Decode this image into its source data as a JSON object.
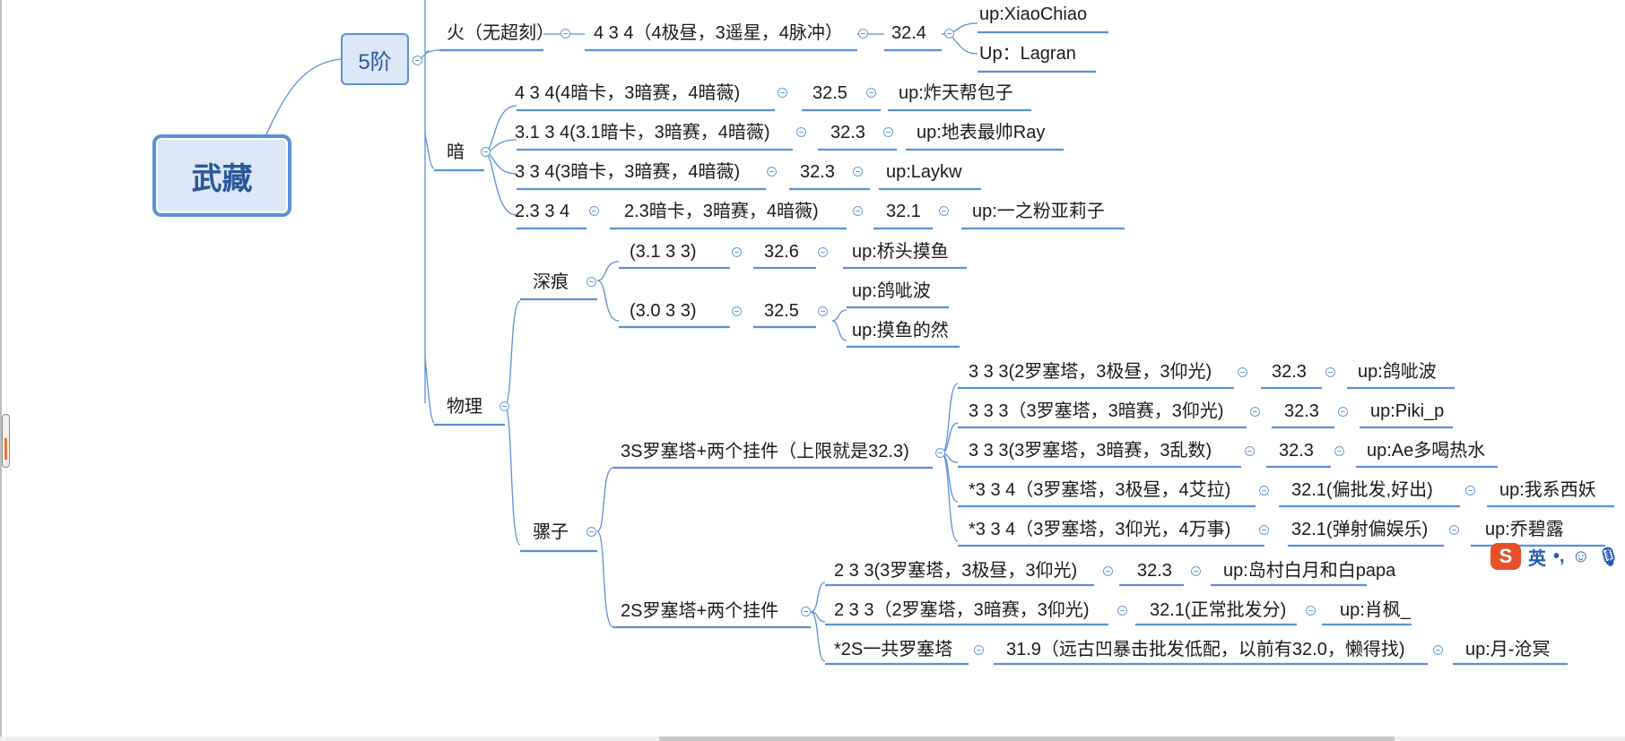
{
  "root": {
    "label": "武藏"
  },
  "tier": {
    "label": "5阶"
  },
  "branches": {
    "fire": {
      "label": "火（无超刻）",
      "combo": "4 3 4（4极昼，3遥星，4脉冲）",
      "score": "32.4",
      "uploaders": [
        "up:XiaoChiao",
        "Up：Lagran"
      ]
    },
    "dark": {
      "label": "暗",
      "rows": [
        {
          "combo": "4 3 4(4暗卡，3暗赛，4暗薇)",
          "score": "32.5",
          "uploader": "up:炸天帮包子"
        },
        {
          "combo": "3.1 3 4(3.1暗卡，3暗赛，4暗薇)",
          "score": "32.3",
          "uploader": "up:地表最帅Ray"
        },
        {
          "combo": "3 3 4(3暗卡，3暗赛，4暗薇)",
          "score": "32.3",
          "uploader": "up:Laykw"
        },
        {
          "combo": "2.3 3 4",
          "detail": "2.3暗卡，3暗赛，4暗薇)",
          "score": "32.1",
          "uploader": "up:一之粉亚莉子"
        }
      ]
    },
    "physical": {
      "label": "物理",
      "deep": {
        "label": "深痕",
        "rows": [
          {
            "combo": "(3.1 3 3)",
            "score": "32.6",
            "uploaders": [
              "up:桥头摸鱼"
            ]
          },
          {
            "combo": "(3.0 3 3)",
            "score": "32.5",
            "uploaders": [
              "up:鸽呲波",
              "up:摸鱼的然"
            ]
          }
        ]
      },
      "mule": {
        "label": "骡子",
        "group3s": {
          "label": "3S罗塞塔+两个挂件（上限就是32.3)",
          "rows": [
            {
              "combo": "3 3 3(2罗塞塔，3极昼，3仰光)",
              "score": "32.3",
              "uploader": "up:鸽呲波"
            },
            {
              "combo": "3 3 3（3罗塞塔，3暗赛，3仰光)",
              "score": "32.3",
              "uploader": "up:Piki_p"
            },
            {
              "combo": "3 3 3(3罗塞塔，3暗赛，3乱数)",
              "score": "32.3",
              "uploader": "up:Ae多喝热水"
            },
            {
              "combo": "*3 3 4（3罗塞塔，3极昼，4艾拉)",
              "score": "32.1(偏批发,好出)",
              "uploader": "up:我系西妖"
            },
            {
              "combo": "*3 3 4（3罗塞塔，3仰光，4万事)",
              "score": "32.1(弹射偏娱乐)",
              "uploader": "up:乔碧露"
            }
          ]
        },
        "group2s": {
          "label": "2S罗塞塔+两个挂件",
          "rows": [
            {
              "combo": "2 3 3(3罗塞塔，3极昼，3仰光)",
              "score": "32.3",
              "uploader": "up:岛村白月和白papa"
            },
            {
              "combo": "2 3 3（2罗塞塔，3暗赛，3仰光)",
              "score": "32.1(正常批发分)",
              "uploader": "up:肖枫_"
            },
            {
              "combo": "*2S一共罗塞塔",
              "score": "31.9（远古凹暴击批发低配，以前有32.0，懒得找)",
              "uploader": "up:月-沧冥"
            }
          ]
        }
      }
    }
  },
  "ime": {
    "logo": "S",
    "lang": "英",
    "punct": "•,"
  },
  "colors": {
    "line": "#5b8fd6",
    "node_fill": "#dce8f7",
    "node_text": "#2b5797"
  }
}
